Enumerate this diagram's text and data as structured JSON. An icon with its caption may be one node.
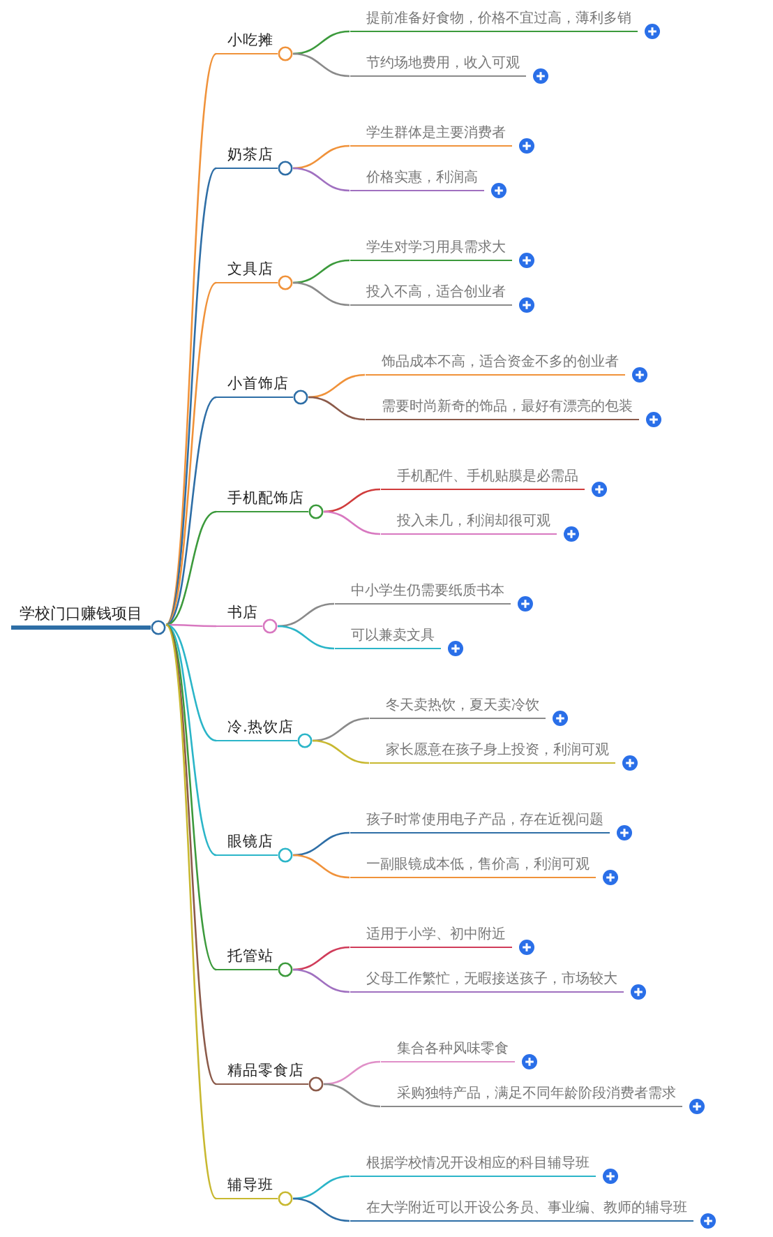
{
  "diagram": {
    "nodes": [
      {
        "text": [
          "学校门口赚钱项目"
        ]
      },
      {
        "text": [
          "小吃摊"
        ]
      },
      {
        "text": [
          "提前准备好食物，价格不宜过高，薄利多销"
        ]
      },
      {
        "text": [
          "节约场地费用，收入可观"
        ]
      },
      {
        "text": [
          "奶茶店"
        ]
      },
      {
        "text": [
          "学生群体是主要消费者"
        ]
      },
      {
        "text": [
          "价格实惠，利润高"
        ]
      },
      {
        "text": [
          "文具店"
        ]
      },
      {
        "text": [
          "学生对学习用具需求大"
        ]
      },
      {
        "text": [
          "投入不高，适合创业者"
        ]
      },
      {
        "text": [
          "小首饰店"
        ]
      },
      {
        "text": [
          "饰品成本不高，适合资金不多的创业者"
        ]
      },
      {
        "text": [
          "需要时尚新奇的饰品，最好有漂亮的包装"
        ]
      },
      {
        "text": [
          "手机配饰店"
        ]
      },
      {
        "text": [
          "手机配件、手机贴膜是必需品"
        ]
      },
      {
        "text": [
          "投入未几，利润却很可观"
        ]
      },
      {
        "text": [
          "书店"
        ]
      },
      {
        "text": [
          "中小学生仍需要纸质书本"
        ]
      },
      {
        "text": [
          "可以兼卖文具"
        ]
      },
      {
        "text": [
          "冷.热饮店"
        ]
      },
      {
        "text": [
          "冬天卖热饮，夏天卖冷饮"
        ]
      },
      {
        "text": [
          "家长愿意在孩子身上投资，利润可观"
        ]
      },
      {
        "text": [
          "眼镜店"
        ]
      },
      {
        "text": [
          "孩子时常使用电子产品，存在近视问题"
        ]
      },
      {
        "text": [
          "一副眼镜成本低，售价高，利润可观"
        ]
      },
      {
        "text": [
          "托管站"
        ]
      },
      {
        "text": [
          "适用于小学、初中附近"
        ]
      },
      {
        "text": [
          "父母工作繁忙，无暇接送孩子，市场较大"
        ]
      },
      {
        "text": [
          "精品零食店"
        ]
      },
      {
        "text": [
          "集合各种风味零食"
        ]
      },
      {
        "text": [
          "采购独特产品，满足不同年龄阶段消费者需求"
        ]
      },
      {
        "text": [
          "辅导班"
        ]
      },
      {
        "text": [
          "根据学校情况开设相应的科目辅导班"
        ]
      },
      {
        "text": [
          "在大学附近可以开设公务员、事业编、教师的辅导班"
        ]
      }
    ],
    "edges": [
      {
        "from": 0,
        "to": 1,
        "arrow": "none",
        "color": "#f0923a"
      },
      {
        "from": 1,
        "to": 2,
        "arrow": "none",
        "color": "#3c9a3c"
      },
      {
        "from": 1,
        "to": 3,
        "arrow": "none",
        "color": "#8a8a8a"
      },
      {
        "from": 0,
        "to": 4,
        "arrow": "none",
        "color": "#2e6ea6"
      },
      {
        "from": 4,
        "to": 5,
        "arrow": "none",
        "color": "#f0923a"
      },
      {
        "from": 4,
        "to": 6,
        "arrow": "none",
        "color": "#a070c0"
      },
      {
        "from": 0,
        "to": 7,
        "arrow": "none",
        "color": "#f0923a"
      },
      {
        "from": 7,
        "to": 8,
        "arrow": "none",
        "color": "#3c9a3c"
      },
      {
        "from": 7,
        "to": 9,
        "arrow": "none",
        "color": "#8a8a8a"
      },
      {
        "from": 0,
        "to": 10,
        "arrow": "none",
        "color": "#2e6ea6"
      },
      {
        "from": 10,
        "to": 11,
        "arrow": "none",
        "color": "#f0923a"
      },
      {
        "from": 10,
        "to": 12,
        "arrow": "none",
        "color": "#8b5a4a"
      },
      {
        "from": 0,
        "to": 13,
        "arrow": "none",
        "color": "#3c9a3c"
      },
      {
        "from": 13,
        "to": 14,
        "arrow": "none",
        "color": "#d03c3c"
      },
      {
        "from": 13,
        "to": 15,
        "arrow": "none",
        "color": "#d878c0"
      },
      {
        "from": 0,
        "to": 16,
        "arrow": "none",
        "color": "#d878c0"
      },
      {
        "from": 16,
        "to": 17,
        "arrow": "none",
        "color": "#8a8a8a"
      },
      {
        "from": 16,
        "to": 18,
        "arrow": "none",
        "color": "#2bb5c8"
      },
      {
        "from": 0,
        "to": 19,
        "arrow": "none",
        "color": "#2bb5c8"
      },
      {
        "from": 19,
        "to": 20,
        "arrow": "none",
        "color": "#8a8a8a"
      },
      {
        "from": 19,
        "to": 21,
        "arrow": "none",
        "color": "#c8b830"
      },
      {
        "from": 0,
        "to": 22,
        "arrow": "none",
        "color": "#2bb5c8"
      },
      {
        "from": 22,
        "to": 23,
        "arrow": "none",
        "color": "#2e6ea6"
      },
      {
        "from": 22,
        "to": 24,
        "arrow": "none",
        "color": "#f0923a"
      },
      {
        "from": 0,
        "to": 25,
        "arrow": "none",
        "color": "#3c9a3c"
      },
      {
        "from": 25,
        "to": 26,
        "arrow": "none",
        "color": "#d03c5a"
      },
      {
        "from": 25,
        "to": 27,
        "arrow": "none",
        "color": "#a070c0"
      },
      {
        "from": 0,
        "to": 28,
        "arrow": "none",
        "color": "#8b5a4a"
      },
      {
        "from": 28,
        "to": 29,
        "arrow": "none",
        "color": "#e090c8"
      },
      {
        "from": 28,
        "to": 30,
        "arrow": "none",
        "color": "#8a8a8a"
      },
      {
        "from": 0,
        "to": 31,
        "arrow": "none",
        "color": "#c8b830"
      },
      {
        "from": 31,
        "to": 32,
        "arrow": "none",
        "color": "#2bb5c8"
      },
      {
        "from": 31,
        "to": 33,
        "arrow": "none",
        "color": "#2e6ea6"
      }
    ]
  }
}
